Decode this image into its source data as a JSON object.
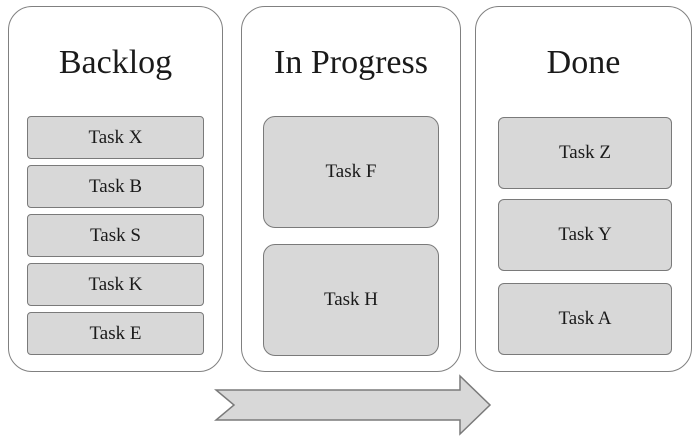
{
  "columns": [
    {
      "title": "Backlog",
      "tasks": [
        "Task X",
        "Task B",
        "Task S",
        "Task K",
        "Task E"
      ]
    },
    {
      "title": "In Progress",
      "tasks": [
        "Task F",
        "Task H"
      ]
    },
    {
      "title": "Done",
      "tasks": [
        "Task Z",
        "Task Y",
        "Task A"
      ]
    }
  ],
  "colors": {
    "card_fill": "#d8d8d8",
    "card_border": "#7a7a7a",
    "column_border": "#808080",
    "arrow_fill": "#d8d8d8"
  },
  "icons": {
    "flow": "right-arrow-icon"
  }
}
